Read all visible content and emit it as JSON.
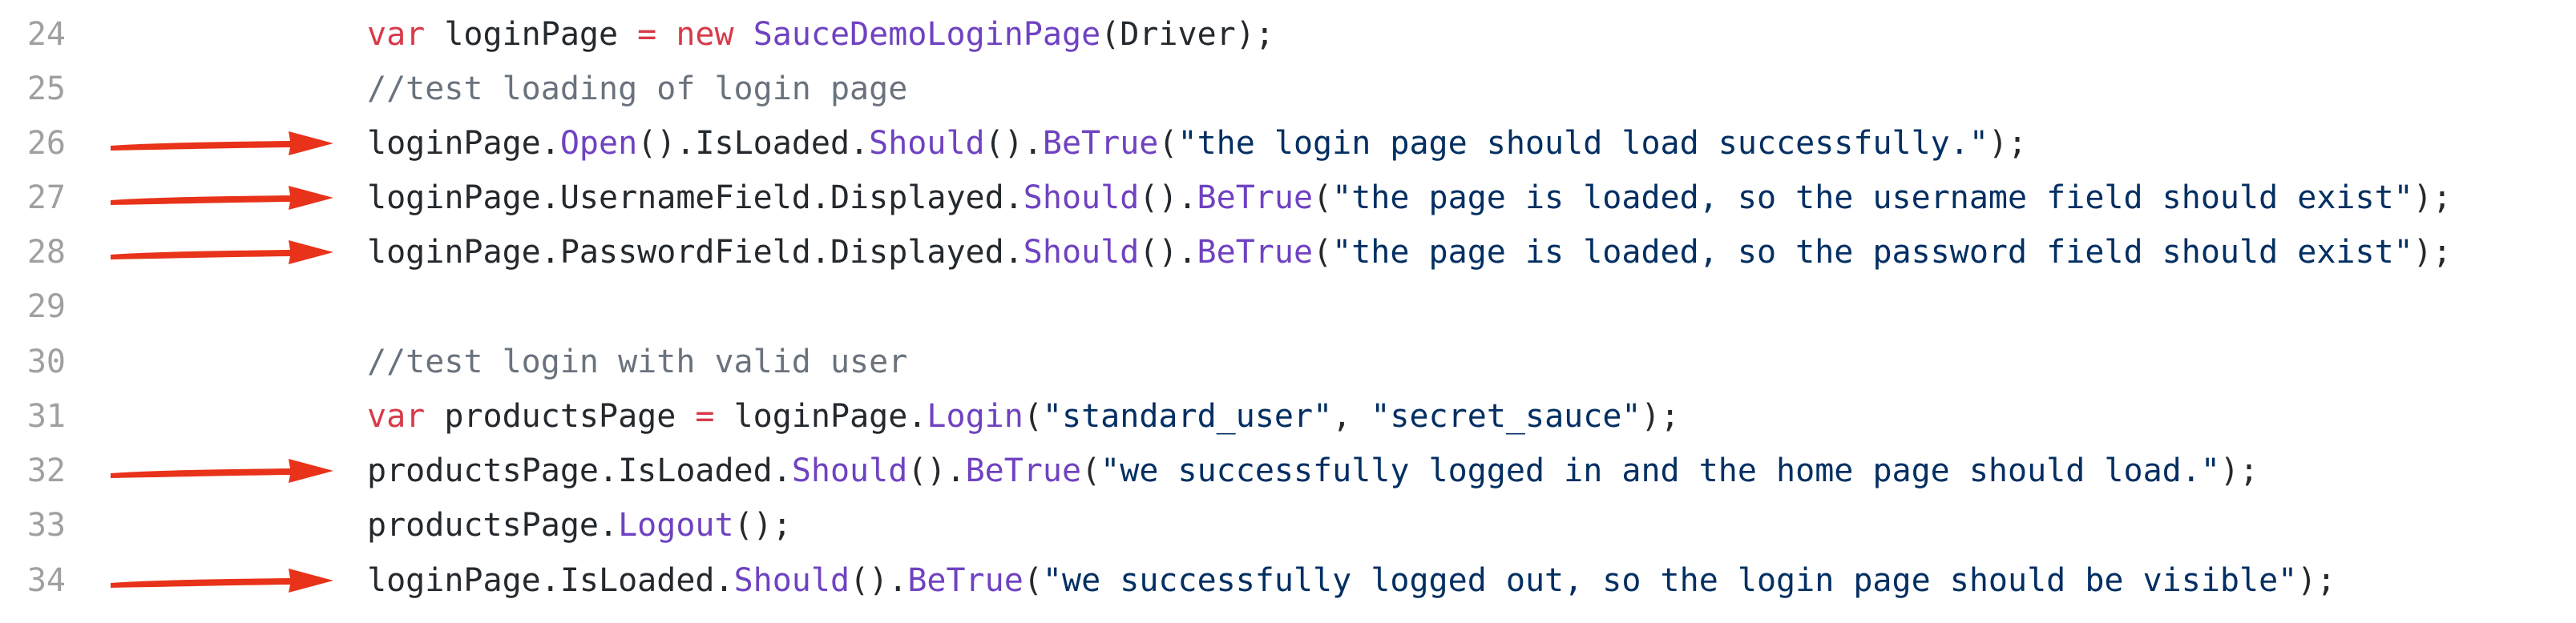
{
  "editor": {
    "lines": [
      {
        "number": "24",
        "tokens": [
          {
            "t": "var",
            "c": "kw"
          },
          {
            "t": " loginPage ",
            "c": "plain"
          },
          {
            "t": "=",
            "c": "kw"
          },
          {
            "t": " ",
            "c": "plain"
          },
          {
            "t": "new",
            "c": "kw"
          },
          {
            "t": " ",
            "c": "plain"
          },
          {
            "t": "SauceDemoLoginPage",
            "c": "fn"
          },
          {
            "t": "(Driver);",
            "c": "plain"
          }
        ]
      },
      {
        "number": "25",
        "tokens": [
          {
            "t": "//test loading of login page",
            "c": "cm"
          }
        ]
      },
      {
        "number": "26",
        "arrow": true,
        "tokens": [
          {
            "t": "loginPage.",
            "c": "plain"
          },
          {
            "t": "Open",
            "c": "fn"
          },
          {
            "t": "().IsLoaded.",
            "c": "plain"
          },
          {
            "t": "Should",
            "c": "fn"
          },
          {
            "t": "().",
            "c": "plain"
          },
          {
            "t": "BeTrue",
            "c": "fn"
          },
          {
            "t": "(",
            "c": "plain"
          },
          {
            "t": "\"the login page should load successfully.\"",
            "c": "str"
          },
          {
            "t": ");",
            "c": "plain"
          }
        ]
      },
      {
        "number": "27",
        "arrow": true,
        "tokens": [
          {
            "t": "loginPage.UsernameField.Displayed.",
            "c": "plain"
          },
          {
            "t": "Should",
            "c": "fn"
          },
          {
            "t": "().",
            "c": "plain"
          },
          {
            "t": "BeTrue",
            "c": "fn"
          },
          {
            "t": "(",
            "c": "plain"
          },
          {
            "t": "\"the page is loaded, so the username field should exist\"",
            "c": "str"
          },
          {
            "t": ");",
            "c": "plain"
          }
        ]
      },
      {
        "number": "28",
        "arrow": true,
        "tokens": [
          {
            "t": "loginPage.PasswordField.Displayed.",
            "c": "plain"
          },
          {
            "t": "Should",
            "c": "fn"
          },
          {
            "t": "().",
            "c": "plain"
          },
          {
            "t": "BeTrue",
            "c": "fn"
          },
          {
            "t": "(",
            "c": "plain"
          },
          {
            "t": "\"the page is loaded, so the password field should exist\"",
            "c": "str"
          },
          {
            "t": ");",
            "c": "plain"
          }
        ]
      },
      {
        "number": "29",
        "tokens": []
      },
      {
        "number": "30",
        "tokens": [
          {
            "t": "//test login with valid user",
            "c": "cm"
          }
        ]
      },
      {
        "number": "31",
        "tokens": [
          {
            "t": "var",
            "c": "kw"
          },
          {
            "t": " productsPage ",
            "c": "plain"
          },
          {
            "t": "=",
            "c": "kw"
          },
          {
            "t": " loginPage.",
            "c": "plain"
          },
          {
            "t": "Login",
            "c": "fn"
          },
          {
            "t": "(",
            "c": "plain"
          },
          {
            "t": "\"standard_user\"",
            "c": "str"
          },
          {
            "t": ", ",
            "c": "plain"
          },
          {
            "t": "\"secret_sauce\"",
            "c": "str"
          },
          {
            "t": ");",
            "c": "plain"
          }
        ]
      },
      {
        "number": "32",
        "arrow": true,
        "tokens": [
          {
            "t": "productsPage.IsLoaded.",
            "c": "plain"
          },
          {
            "t": "Should",
            "c": "fn"
          },
          {
            "t": "().",
            "c": "plain"
          },
          {
            "t": "BeTrue",
            "c": "fn"
          },
          {
            "t": "(",
            "c": "plain"
          },
          {
            "t": "\"we successfully logged in and the home page should load.\"",
            "c": "str"
          },
          {
            "t": ");",
            "c": "plain"
          }
        ]
      },
      {
        "number": "33",
        "tokens": [
          {
            "t": "productsPage.",
            "c": "plain"
          },
          {
            "t": "Logout",
            "c": "fn"
          },
          {
            "t": "();",
            "c": "plain"
          }
        ]
      },
      {
        "number": "34",
        "arrow": true,
        "tokens": [
          {
            "t": "loginPage.IsLoaded.",
            "c": "plain"
          },
          {
            "t": "Should",
            "c": "fn"
          },
          {
            "t": "().",
            "c": "plain"
          },
          {
            "t": "BeTrue",
            "c": "fn"
          },
          {
            "t": "(",
            "c": "plain"
          },
          {
            "t": "\"we successfully logged out, so the login page should be visible\"",
            "c": "str"
          },
          {
            "t": ");",
            "c": "plain"
          }
        ]
      }
    ]
  },
  "colors": {
    "keyword": "#d73a49",
    "function": "#6f42c1",
    "string": "#032f62",
    "comment": "#6a737d",
    "line_number": "#a0a0a0",
    "arrow": "#e8321a"
  },
  "icons": {
    "arrow": "red-right-arrow-icon"
  }
}
